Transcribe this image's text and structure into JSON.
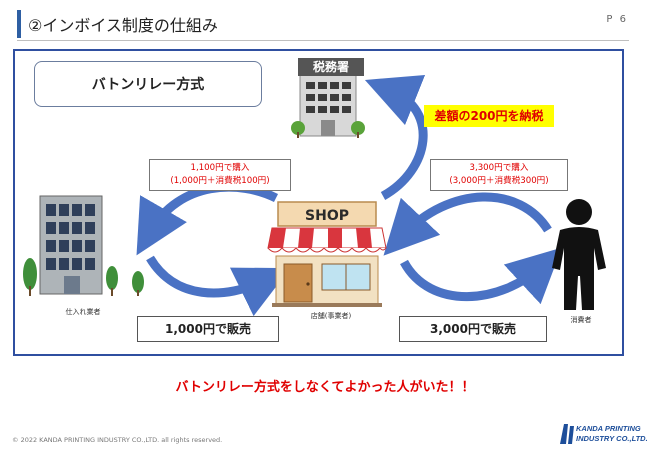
{
  "header": {
    "title": "②インボイス制度の仕組み",
    "page_number": "P 6"
  },
  "diagram": {
    "method_label": "バトンリレー方式",
    "tax_office_label": "税務署",
    "tax_payment": "差額の200円を納税",
    "purchase_left": {
      "line1": "1,100円で購入",
      "line2": "(1,000円＋消費税100円)"
    },
    "purchase_right": {
      "line1": "3,300円で購入",
      "line2": "(3,000円＋消費税300円)"
    },
    "sale_left": "1,000円で販売",
    "sale_right": "3,000円で販売",
    "shop_sign": "SHOP",
    "supplier_label": "仕入れ業者",
    "shop_label": "店舗(事業者)",
    "consumer_label": "消費者"
  },
  "message": "バトンリレー方式をしなくてよかった人がいた！！",
  "footer": {
    "copyright": "© 2022 KANDA PRINTING INDUSTRY CO.,LTD. all rights reserved.",
    "logo_line1": "KANDA PRINTING",
    "logo_line2": "INDUSTRY CO.,LTD."
  },
  "colors": {
    "frame": "#2f4fa0",
    "arrow": "#4a72c4",
    "highlight": "#ffff00",
    "accent_red": "#e00000"
  }
}
